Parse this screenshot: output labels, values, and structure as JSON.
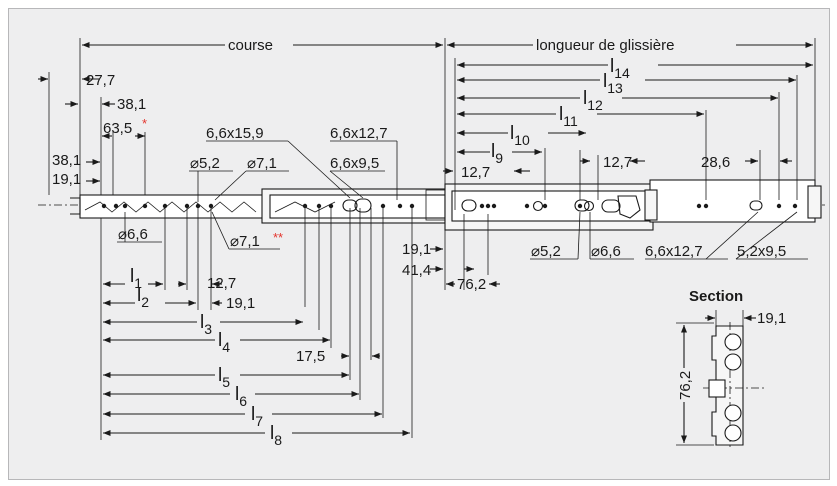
{
  "labels": {
    "course": "course",
    "length": "longueur de glissière",
    "d27_7": "27,7",
    "d38_1_top": "38,1",
    "d63_5": "63,5",
    "star1": "*",
    "d38_1_left": "38,1",
    "d19_1_left": "19,1",
    "h6_6x15_9": "6,6x15,9",
    "h6_6x12_7_top": "6,6x12,7",
    "h6_6x9_5": "6,6x9,5",
    "dia5_2_top": "⌀5,2",
    "dia7_1_top": "⌀7,1",
    "dia6_6_left": "⌀6,6",
    "dia7_1_bottom": "⌀7,1",
    "star2": "**",
    "l1": "l",
    "l1s": "1",
    "l2": "l",
    "l2s": "2",
    "l3": "l",
    "l3s": "3",
    "l4": "l",
    "l4s": "4",
    "l5": "l",
    "l5s": "5",
    "l6": "l",
    "l6s": "6",
    "l7": "l",
    "l7s": "7",
    "l8": "l",
    "l8s": "8",
    "l9": "l",
    "l9s": "9",
    "l10": "l",
    "l10s": "10",
    "l11": "l",
    "l11s": "11",
    "l12": "l",
    "l12s": "12",
    "l13": "l",
    "l13s": "13",
    "l14": "l",
    "l14s": "14",
    "d12_7_a": "12,7",
    "d19_1_b": "19,1",
    "d17_5": "17,5",
    "d12_7_right1": "12,7",
    "d12_7_right2": "12,7",
    "d28_6": "28,6",
    "d19_1_mid": "19,1",
    "d41_4": "41,4",
    "d76_2": "76,2",
    "dia5_2_bottom": "⌀5,2",
    "dia6_6_bottom": "⌀6,6",
    "h6_6x12_7_bottom": "6,6x12,7",
    "h5_2x9_5": "5,2x9,5",
    "section_title": "Section",
    "sec19_1": "19,1",
    "sec76_2": "76,2"
  },
  "colors": {
    "background": "#eeeeef",
    "frame_border": "#b7b7b9",
    "ink": "#1a1a1a",
    "marker": "#e4342d"
  }
}
